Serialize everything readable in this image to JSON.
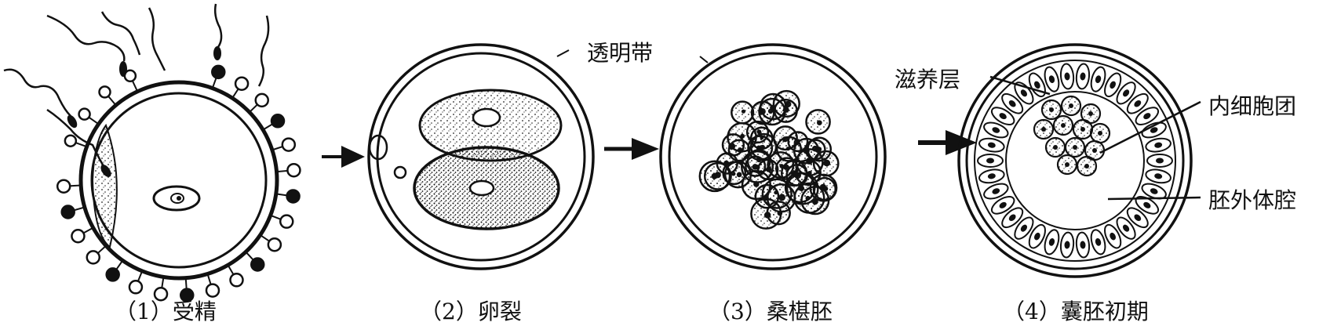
{
  "captions": [
    "（1）受精",
    "（2）卵裂",
    "（3）桑椹胚",
    "（4）囊胚初期"
  ],
  "labels": {
    "zona_pellucida": "透明带",
    "trophoblast": "滋养层",
    "inner_cell_mass": "内细胞团",
    "blastocoel": "胚外体腔"
  }
}
